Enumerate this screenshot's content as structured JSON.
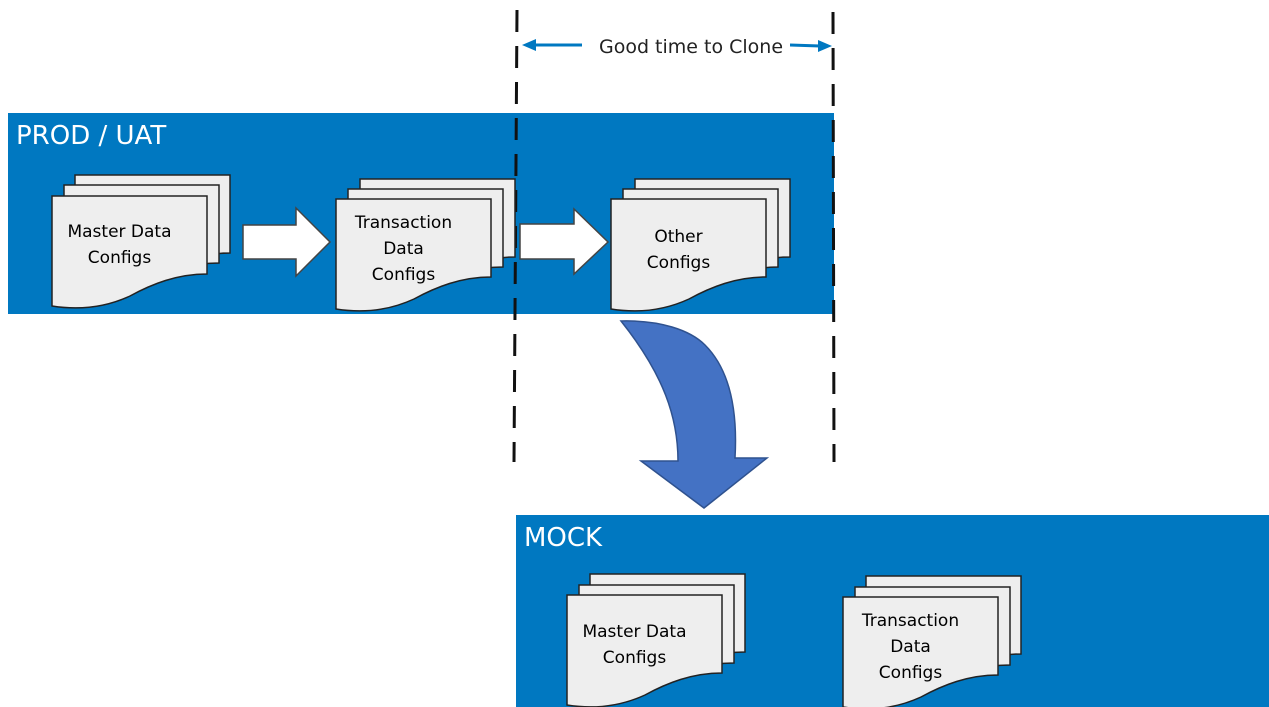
{
  "prod": {
    "title": "PROD / UAT",
    "docs": [
      {
        "label": "Master Data\nConfigs"
      },
      {
        "label": "Transaction\nData\nConfigs"
      },
      {
        "label": "Other\nConfigs"
      }
    ]
  },
  "mock": {
    "title": "MOCK",
    "docs": [
      {
        "label": "Master Data\nConfigs"
      },
      {
        "label": "Transaction\nData\nConfigs"
      }
    ]
  },
  "clone_window": {
    "label": "Good time to Clone"
  },
  "colors": {
    "panel": "#0078c1",
    "doc_fill": "#eeeeee",
    "curved_arrow": "#4472c4",
    "clone_arrow": "#0078c1"
  }
}
